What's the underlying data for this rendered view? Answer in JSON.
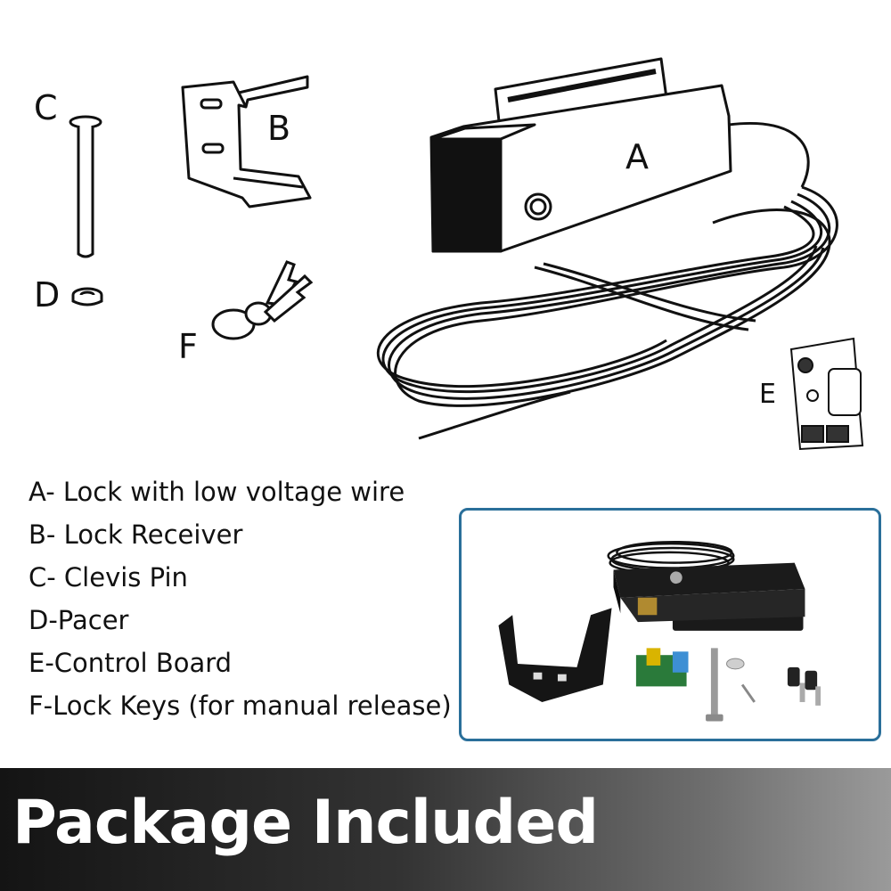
{
  "diagram": {
    "labels": {
      "a": "A",
      "b": "B",
      "c": "C",
      "d": "D",
      "e": "E",
      "f": "F"
    }
  },
  "legend": {
    "items": [
      "A- Lock with low voltage wire",
      "B- Lock Receiver",
      "C- Clevis Pin",
      "D-Pacer",
      "E-Control Board",
      "F-Lock Keys (for manual release)"
    ]
  },
  "banner": {
    "title": "Package Included",
    "color_dark": "#141414",
    "color_light": "#9a9a9a"
  },
  "photo": {
    "border_color": "#2a6f9a"
  }
}
